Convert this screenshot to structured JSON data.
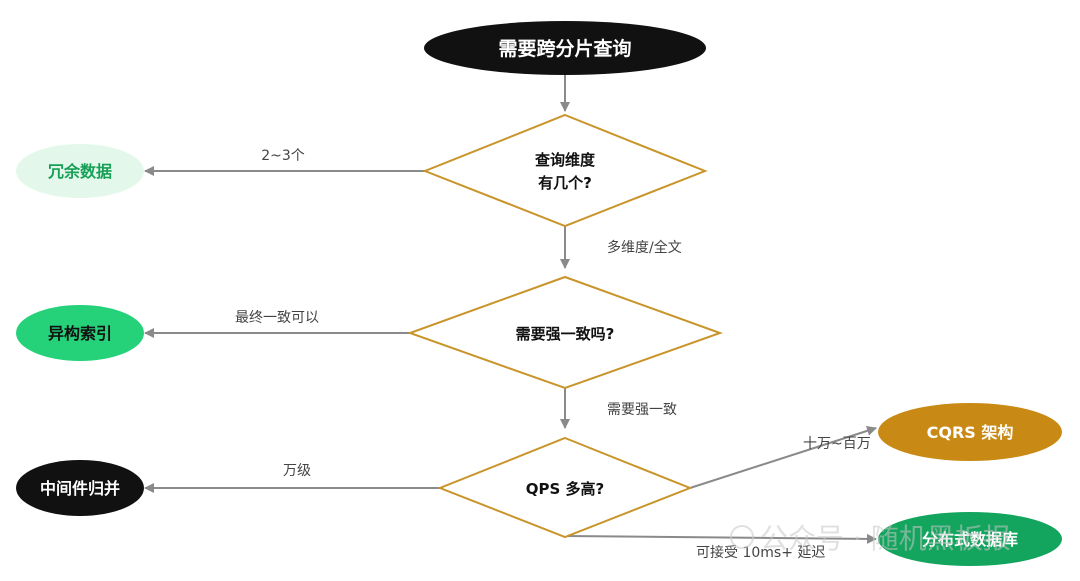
{
  "nodes": {
    "start": {
      "label": "需要跨分片查询"
    },
    "q1": {
      "line1": "查询维度",
      "line2": "有几个?"
    },
    "q2": {
      "label": "需要强一致吗?"
    },
    "q3": {
      "label": "QPS 多高?"
    },
    "redundant": {
      "label": "冗余数据"
    },
    "hetero": {
      "label": "异构索引"
    },
    "middleware": {
      "label": "中间件归并"
    },
    "cqrs": {
      "label": "CQRS 架构"
    },
    "distributed": {
      "label": "分布式数据库"
    }
  },
  "edges": {
    "q1_redundant": "2~3个",
    "q1_q2": "多维度/全文",
    "q2_hetero": "最终一致可以",
    "q2_q3": "需要强一致",
    "q3_middleware": "万级",
    "q3_cqrs": "十万~百万",
    "q3_distributed": "可接受 10ms+ 延迟"
  },
  "watermark": {
    "text": "公众号 · 随机黑板报"
  },
  "colors": {
    "black_node": "#111111",
    "light_green": "#e3f8ea",
    "green_text": "#18a058",
    "bright_green": "#25d27a",
    "gold": "#c88a14",
    "dark_green": "#13a45e",
    "diamond_stroke": "#c9942a",
    "arrow": "#8a8a8a"
  }
}
